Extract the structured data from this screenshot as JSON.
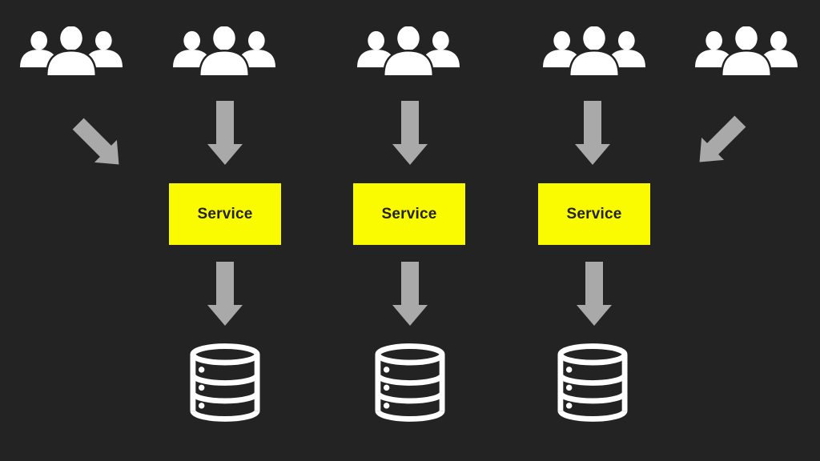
{
  "colors": {
    "bg": "#232323",
    "icon": "#ffffff",
    "arrow": "#a9a9a9",
    "service-bg": "#fbfb00",
    "service-text": "#222222"
  },
  "diagram": {
    "user_groups": [
      {
        "icon": "users-icon"
      },
      {
        "icon": "users-icon"
      },
      {
        "icon": "users-icon"
      },
      {
        "icon": "users-icon"
      },
      {
        "icon": "users-icon"
      }
    ],
    "top_arrows": [
      {
        "icon": "arrow-icon",
        "direction": "down-right"
      },
      {
        "icon": "arrow-icon",
        "direction": "down"
      },
      {
        "icon": "arrow-icon",
        "direction": "down"
      },
      {
        "icon": "arrow-icon",
        "direction": "down"
      },
      {
        "icon": "arrow-icon",
        "direction": "down-left"
      }
    ],
    "services": [
      {
        "label": "Service"
      },
      {
        "label": "Service"
      },
      {
        "label": "Service"
      }
    ],
    "bottom_arrows": [
      {
        "icon": "arrow-icon",
        "direction": "down"
      },
      {
        "icon": "arrow-icon",
        "direction": "down"
      },
      {
        "icon": "arrow-icon",
        "direction": "down"
      }
    ],
    "databases": [
      {
        "icon": "database-icon"
      },
      {
        "icon": "database-icon"
      },
      {
        "icon": "database-icon"
      }
    ]
  }
}
